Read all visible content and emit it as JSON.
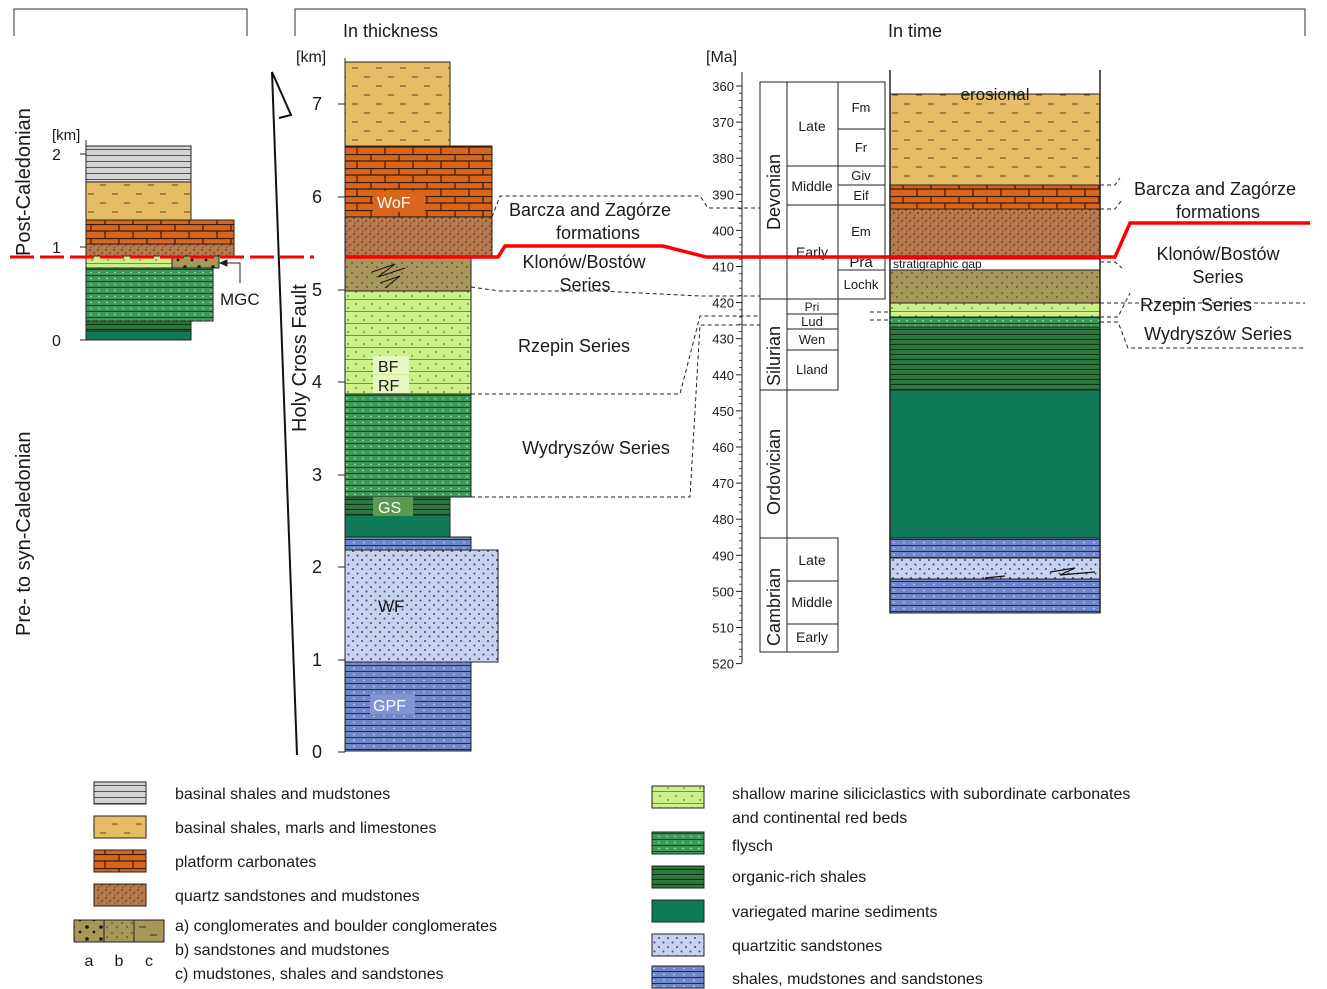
{
  "colors": {
    "gray_shale": "#d4d4d4",
    "tan": "#e6bd65",
    "orange_carb": "#d9651c",
    "brown_sand": "#b87a4c",
    "olive": "#a8975a",
    "light_green": "#cdf08a",
    "mid_green": "#3e9a5a",
    "dark_green": "#2a7a40",
    "teal": "#0f7a58",
    "light_blue": "#c8d1ee",
    "blue": "#6f86c9",
    "red_line": "#ff0000",
    "label_green": "#5a9a50",
    "label_blue": "#7f95d6",
    "label_orange": "#d9651c"
  },
  "headers": {
    "thickness": "In thickness",
    "time": "In time"
  },
  "left_panel": {
    "post_label": "Post-Caledonian",
    "pre_label": "Pre- to syn-Caledonian",
    "unit": "[km]",
    "ticks": [
      "2",
      "1",
      "0"
    ],
    "mgc": "MGC"
  },
  "thickness_column": {
    "unit": "[km]",
    "ticks": [
      "7",
      "6",
      "5",
      "4",
      "3",
      "2",
      "1",
      "0"
    ],
    "fault_label": "Holy Cross Fault",
    "unit_labels": {
      "wof": "WoF",
      "bf": "BF",
      "rf": "RF",
      "gs": "GS",
      "wf": "WF",
      "gpf": "GPF"
    },
    "series_labels": {
      "barcza_1": "Barcza and Zagórze",
      "barcza_2": "formations",
      "klonow_1": "Klonów/Bostów",
      "klonow_2": "Series",
      "rzepin": "Rzepin Series",
      "wydryszow": "Wydryszów Series"
    }
  },
  "time_scale": {
    "unit": "[Ma]",
    "ticks": [
      "360",
      "370",
      "380",
      "390",
      "400",
      "410",
      "420",
      "430",
      "440",
      "450",
      "460",
      "470",
      "480",
      "490",
      "500",
      "510",
      "520"
    ],
    "periods": [
      "Devonian",
      "Silurian",
      "Ordovician",
      "Cambrian"
    ],
    "epochs": [
      "Late",
      "Middle",
      "Early",
      "Late",
      "Middle",
      "Early"
    ],
    "stages": [
      "Fm",
      "Fr",
      "Giv",
      "Eif",
      "Em",
      "Pra",
      "Lochk",
      "Pri",
      "Lud",
      "Wen",
      "Lland"
    ]
  },
  "time_column": {
    "erosional": "erosional",
    "gap": "stratigraphic gap",
    "right_labels": {
      "barcza_1": "Barcza and Zagórze",
      "barcza_2": "formations",
      "klonow_1": "Klonów/Bostów",
      "klonow_2": "Series",
      "rzepin": "Rzepin Series",
      "wydryszow": "Wydryszów Series"
    }
  },
  "legend": {
    "items": [
      "basinal shales and mudstones",
      "basinal shales, marls and limestones",
      "platform carbonates",
      "quartz sandstones and mudstones",
      "a) conglomerates and boulder conglomerates",
      "b) sandstones and mudstones",
      "c) mudstones, shales and sandstones",
      "shallow marine siliciclastics with subordinate carbonates",
      "and continental red beds",
      "flysch",
      "organic-rich shales",
      "variegated marine sediments",
      "quartzitic sandstones",
      "shales, mudstones and sandstones"
    ],
    "abc": [
      "a",
      "b",
      "c"
    ]
  }
}
